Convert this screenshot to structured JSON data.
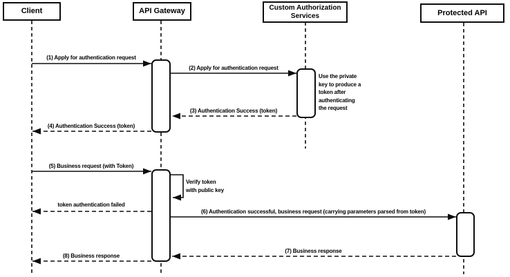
{
  "canvas": {
    "background": "#ffffff",
    "line_color": "#0d0d0d",
    "shape_fill": "#ffffff"
  },
  "participants": [
    {
      "id": "client",
      "label": "Client"
    },
    {
      "id": "gateway",
      "label": "API Gateway"
    },
    {
      "id": "auth",
      "label": "Custom Authorization\nServices"
    },
    {
      "id": "papi",
      "label": "Protected API"
    }
  ],
  "messages": [
    {
      "label": "(1) Apply for authentication request",
      "from": "Client",
      "to": "API Gateway",
      "line": "solid"
    },
    {
      "label": "(2) Apply for authentication request",
      "from": "API Gateway",
      "to": "Custom Authorization Services",
      "line": "solid"
    },
    {
      "label": "(3) Authentication Success (token)",
      "from": "Custom Authorization Services",
      "to": "API Gateway",
      "line": "dashed"
    },
    {
      "label": "(4) Authentication Success (token)",
      "from": "API Gateway",
      "to": "Client",
      "line": "dashed"
    },
    {
      "label": "(5) Business request (with Token)",
      "from": "Client",
      "to": "API Gateway",
      "line": "solid"
    },
    {
      "label": "token authentication failed",
      "from": "API Gateway",
      "to": "Client",
      "line": "dashed"
    },
    {
      "label": "(6) Authentication successful, business request (carrying parameters parsed from token)",
      "from": "API Gateway",
      "to": "Protected API",
      "line": "solid"
    },
    {
      "label": "(7) Business response",
      "from": "Protected API",
      "to": "API Gateway",
      "line": "dashed"
    },
    {
      "label": "(8) Business response",
      "from": "API Gateway",
      "to": "Client",
      "line": "dashed"
    }
  ],
  "notes": [
    {
      "text": "Use the private\nkey to produce a\ntoken after\nauthenticating\nthe request",
      "attached_to": "Custom Authorization Services"
    },
    {
      "text": "Verify token\nwith public key",
      "attached_to": "API Gateway"
    }
  ]
}
